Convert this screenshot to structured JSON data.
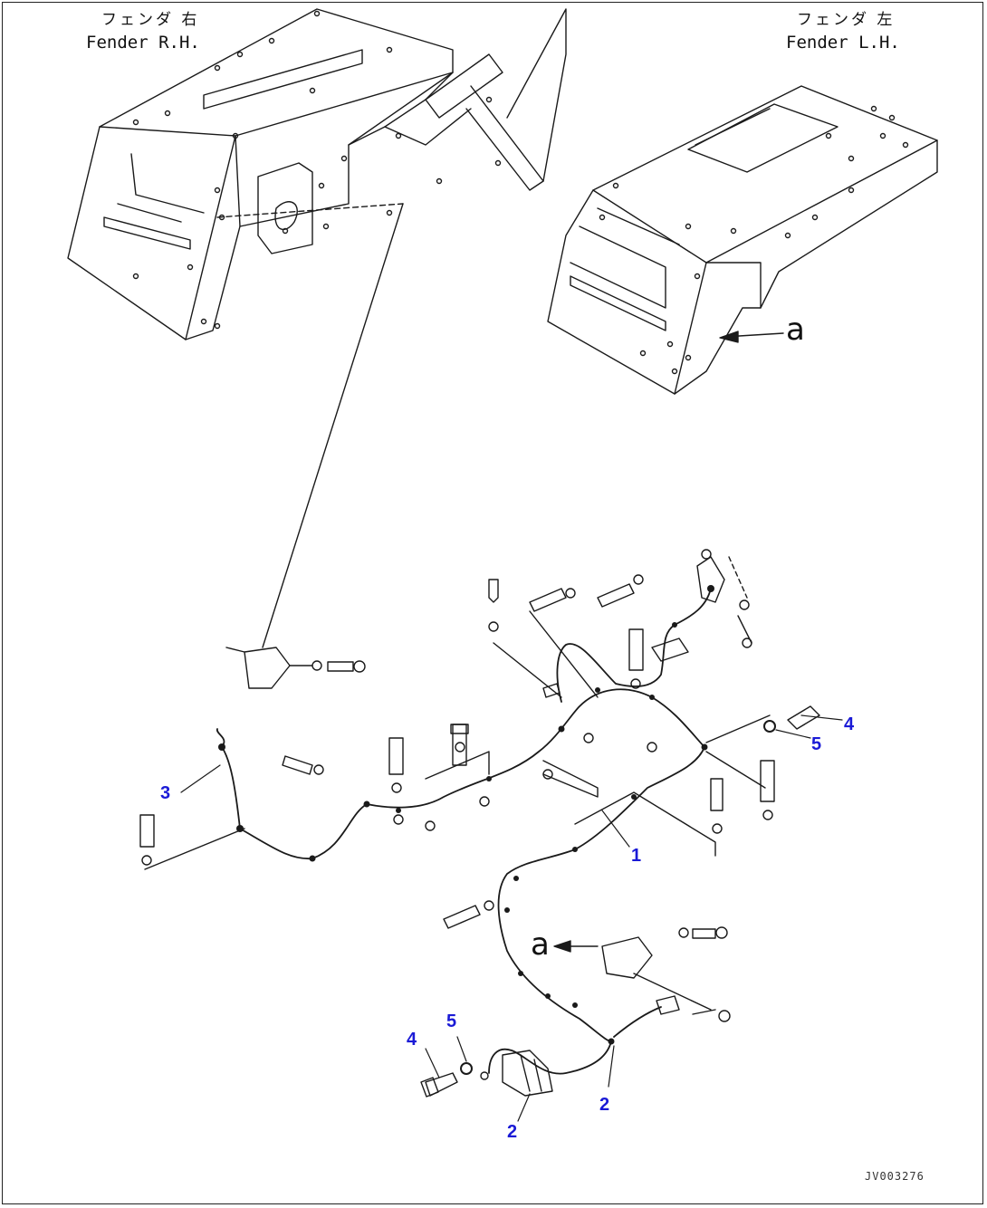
{
  "labels": {
    "fender_rh_jp": "フェンダ 右",
    "fender_rh_en": "Fender R.H.",
    "fender_lh_jp": "フェンダ 左",
    "fender_lh_en": "Fender L.H.",
    "ref_a_upper": "a",
    "ref_a_lower": "a",
    "drawing_code": "JV003276"
  },
  "callouts": [
    {
      "id": "c1",
      "text": "1"
    },
    {
      "id": "c2a",
      "text": "2"
    },
    {
      "id": "c2b",
      "text": "2"
    },
    {
      "id": "c3",
      "text": "3"
    },
    {
      "id": "c4a",
      "text": "4"
    },
    {
      "id": "c4b",
      "text": "4"
    },
    {
      "id": "c5a",
      "text": "5"
    },
    {
      "id": "c5b",
      "text": "5"
    }
  ],
  "colors": {
    "callout": "#1a1ad6",
    "line": "#1a1a1a"
  }
}
